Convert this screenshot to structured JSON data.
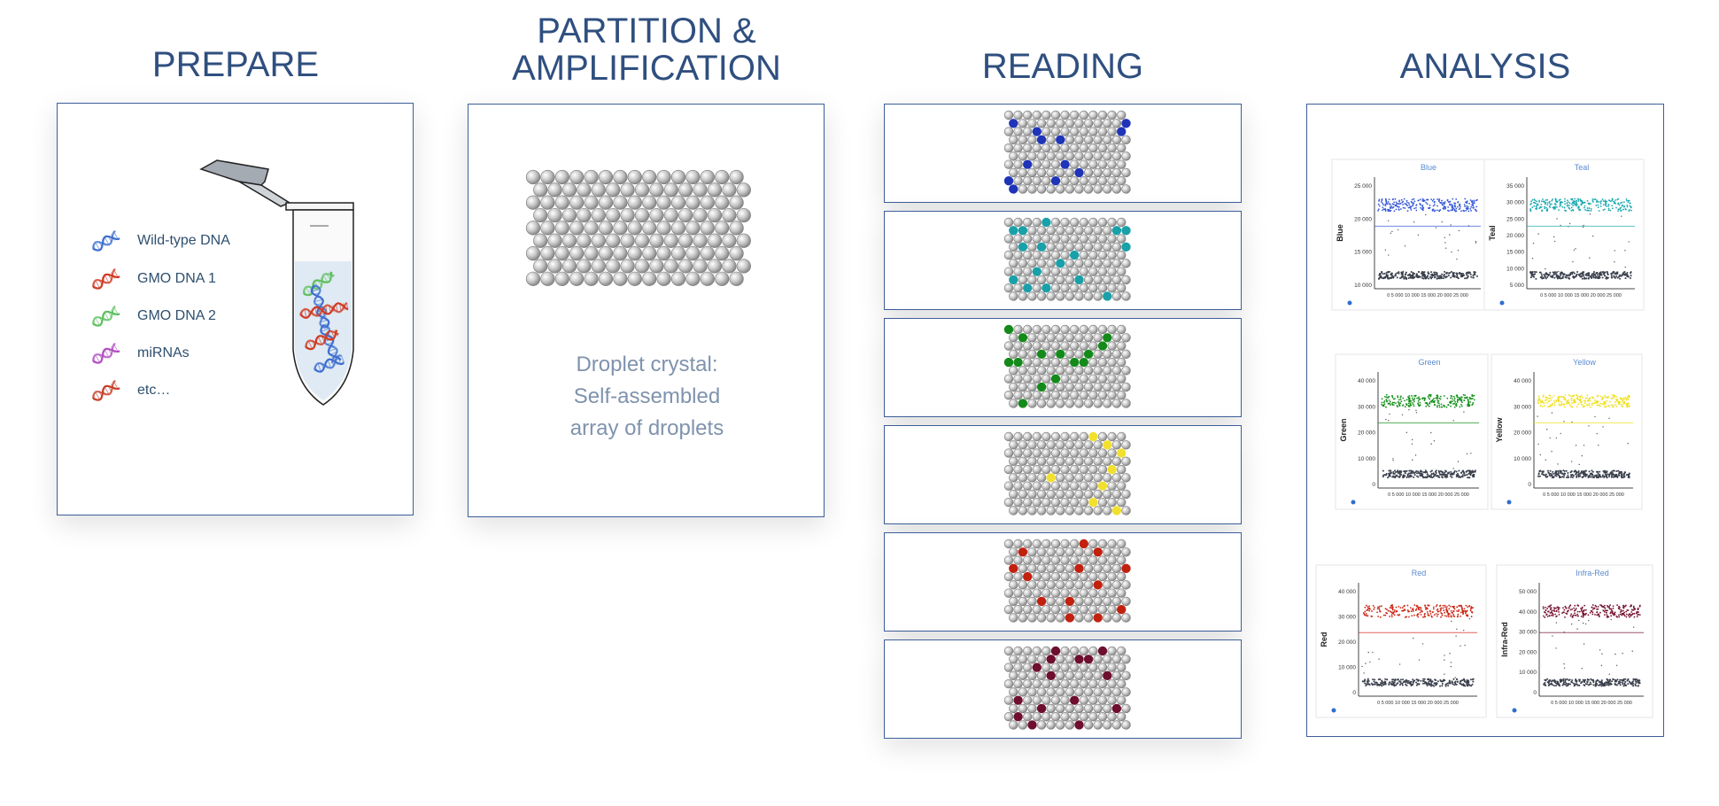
{
  "headings": {
    "prepare": "PREPARE",
    "partition_line1": "PARTITION &",
    "partition_line2": "AMPLIFICATION",
    "reading": "READING",
    "analysis": "ANALYSIS"
  },
  "prepare": {
    "legend": [
      {
        "label": "Wild-type DNA",
        "color": "#3f6fd0"
      },
      {
        "label": "GMO  DNA 1",
        "color": "#d03a22"
      },
      {
        "label": "GMO  DNA 2",
        "color": "#5fc060"
      },
      {
        "label": "miRNAs",
        "color": "#b24fc0"
      },
      {
        "label": "etc…",
        "color": "#c6402a"
      }
    ]
  },
  "partition": {
    "caption_line1": "Droplet crystal:",
    "caption_line2": "Self-assembled",
    "caption_line3": "array of droplets"
  },
  "reading": {
    "channels": [
      {
        "name": "blue",
        "color": "#1f34b8"
      },
      {
        "name": "teal",
        "color": "#1aa0a8"
      },
      {
        "name": "green",
        "color": "#148a1a"
      },
      {
        "name": "yellow",
        "color": "#f2e030"
      },
      {
        "name": "red",
        "color": "#c2210f"
      },
      {
        "name": "infra-red",
        "color": "#6e0f2e"
      }
    ]
  },
  "analysis": {
    "plots": [
      {
        "title": "Blue",
        "ylabel": "Blue",
        "color": "#3456d8",
        "ticks": [
          "25 000",
          "20 000",
          "15 000",
          "10 000"
        ],
        "xticks": "0  5 000 10 000 15 000 20 000 25 000"
      },
      {
        "title": "Teal",
        "ylabel": "Teal",
        "color": "#1aa8b0",
        "ticks": [
          "35 000",
          "30 000",
          "25 000",
          "20 000",
          "15 000",
          "10 000",
          "5 000"
        ],
        "xticks": "0  5 000 10 000 15 000 20 000 25 000"
      },
      {
        "title": "Green",
        "ylabel": "Green",
        "color": "#15901c",
        "ticks": [
          "40 000",
          "30 000",
          "20 000",
          "10 000",
          "0"
        ],
        "xticks": "0  5 000 10 000 15 000 20 000 25 000"
      },
      {
        "title": "Yellow",
        "ylabel": "Yellow",
        "color": "#f0e020",
        "ticks": [
          "40 000",
          "30 000",
          "20 000",
          "10 000",
          "0"
        ],
        "xticks": "0  5 000 10 000 15 000 20 000 25 000"
      },
      {
        "title": "Red",
        "ylabel": "Red",
        "color": "#cc2412",
        "ticks": [
          "40 000",
          "30 000",
          "20 000",
          "10 000",
          "0"
        ],
        "xticks": "0  5 000 10 000 15 000 20 000 25 000"
      },
      {
        "title": "Infra-Red",
        "ylabel": "Infra-Red",
        "color": "#74102f",
        "ticks": [
          "50 000",
          "40 000",
          "30 000",
          "20 000",
          "10 000",
          "0"
        ],
        "xticks": "0  5 000 10 000 15 000 20 000 25 000"
      }
    ]
  }
}
